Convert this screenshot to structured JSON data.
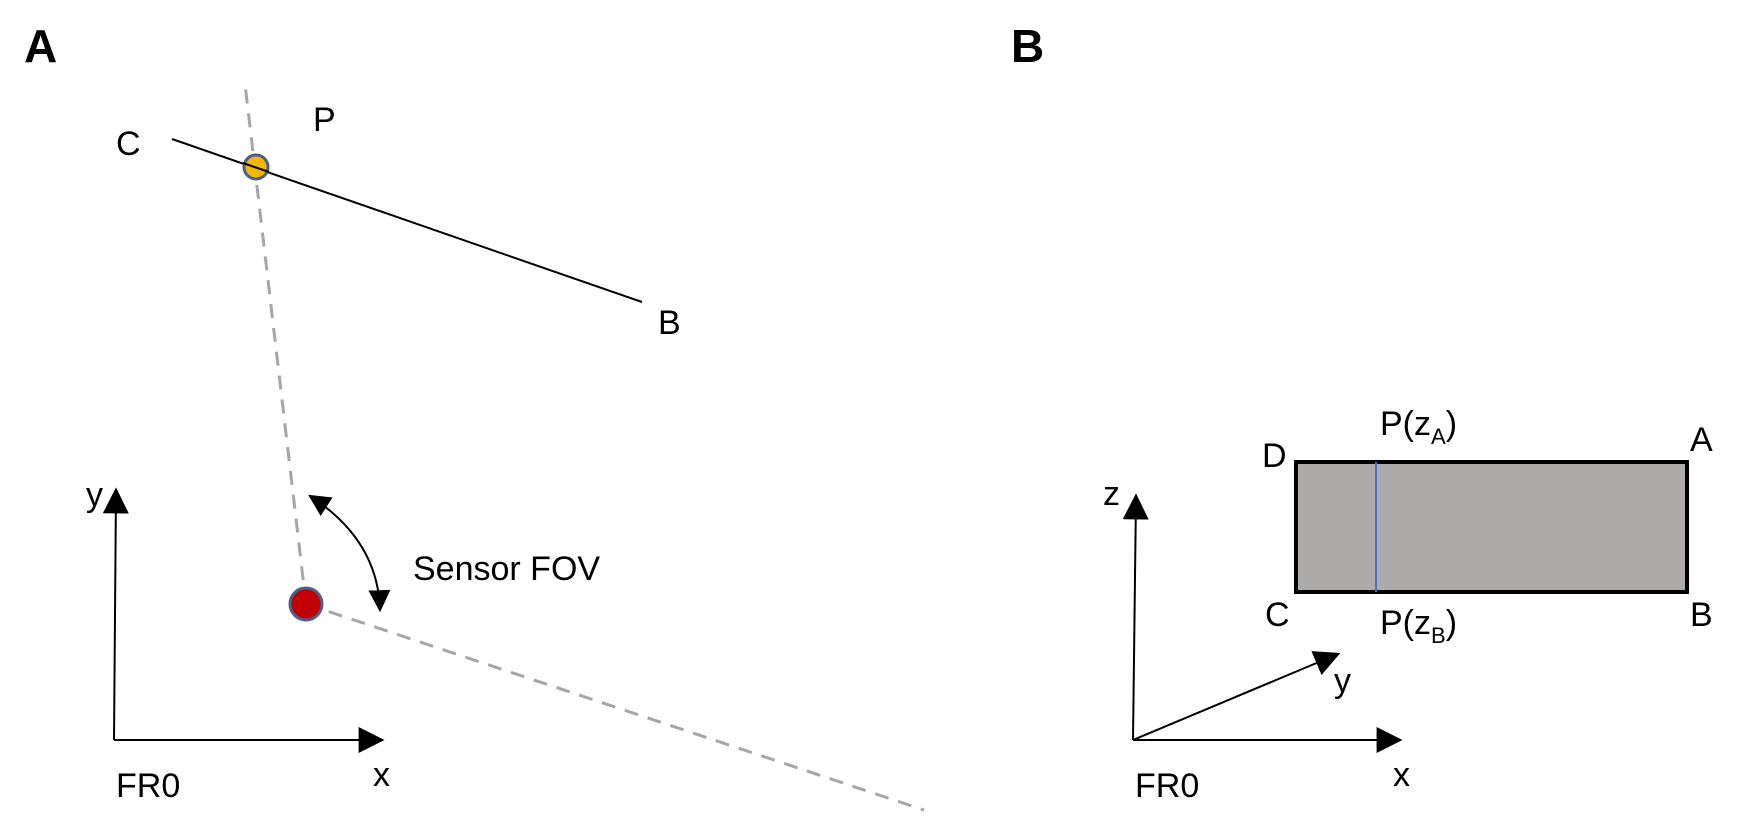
{
  "panel_a": {
    "letter": "A",
    "point_c": "C",
    "point_p": "P",
    "point_b": "B",
    "axis_y": "y",
    "axis_x": "x",
    "frame": "FR0",
    "fov_label": "Sensor FOV"
  },
  "panel_b": {
    "letter": "B",
    "corner_d": "D",
    "corner_a": "A",
    "corner_c": "C",
    "corner_b": "B",
    "p_top": "P(z",
    "p_top_sub": "A",
    "p_top_close": ")",
    "p_bottom": "P(z",
    "p_bottom_sub": "B",
    "p_bottom_close": ")",
    "axis_z": "z",
    "axis_y": "y",
    "axis_x": "x",
    "frame": "FR0"
  },
  "colors": {
    "sensor": "#c00000",
    "intersection": "#f5b800",
    "marker_stroke": "#4a5f8a",
    "fov_line": "#a6a6a6",
    "wall_fill": "#aeaaaa",
    "scan_line": "#4472c4"
  }
}
